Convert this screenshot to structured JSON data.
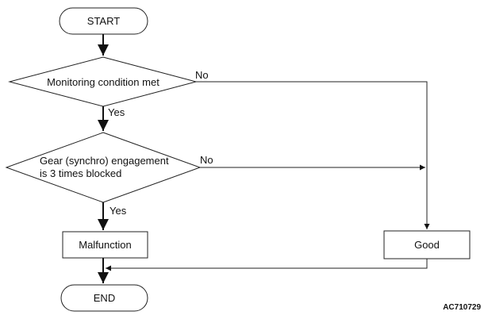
{
  "flowchart": {
    "start": "START",
    "decision1": {
      "text": "Monitoring condition met",
      "no": "No",
      "yes": "Yes"
    },
    "decision2": {
      "line1": "Gear (synchro) engagement",
      "line2": "is 3 times blocked",
      "no": "No",
      "yes": "Yes"
    },
    "malfunction": "Malfunction",
    "good": "Good",
    "end": "END",
    "figure_code": "AC710729"
  }
}
